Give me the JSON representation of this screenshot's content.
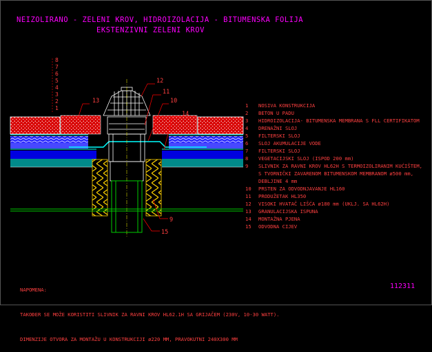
{
  "title": {
    "line1": "NEIZOLIRANO - ZELENI KROV, HIDROIZOLACIJA - BITUMENSKA FOLIJA",
    "line2": "EKSTENZIVNI ZELENI KROV"
  },
  "layer_scale": [
    "8",
    "7",
    "6",
    "5",
    "4",
    "3",
    "2",
    "1"
  ],
  "callouts": [
    "12",
    "11",
    "13",
    "10",
    "14",
    "9",
    "15"
  ],
  "legend": [
    {
      "num": "1",
      "text": "NOSIVA KONSTRUKCIJA"
    },
    {
      "num": "2",
      "text": "BETON U PADU"
    },
    {
      "num": "3",
      "text": "HIDROIZOLACIJA- BITUMENSKA MEMBRANA S FLL CERTIFIKATOM"
    },
    {
      "num": "4",
      "text": "DRENAŽNI SLOJ"
    },
    {
      "num": "5",
      "text": "FILTERSKI SLOJ"
    },
    {
      "num": "6",
      "text": "SLOJ AKUMULACIJE VODE"
    },
    {
      "num": "7",
      "text": "FILTERSKI SLOJ"
    },
    {
      "num": "8",
      "text": "VEGETACIJSKI SLOJ (ISPOD 200 mm)"
    },
    {
      "num": "9",
      "text": "SLIVNIK ZA RAVNI KROV HL62H S TERMOIZOLIRANIM KUĆIŠTEM,\nS TVORNIČKI ZAVARENOM BITUMENSKOM MEMBRANOM ø500 mm,\nDEBLJINE 4 mm"
    },
    {
      "num": "10",
      "text": "PRSTEN ZA ODVODNJAVANJE HL160"
    },
    {
      "num": "11",
      "text": "PRODUŽETAK HL350"
    },
    {
      "num": "12",
      "text": "VISOKI HVATAČ LIŠĆA ø180 mm (UKLJ. SA HL62H)"
    },
    {
      "num": "13",
      "text": "GRANULACIJSKA ISPUNA"
    },
    {
      "num": "14",
      "text": "MONTAŽNA PJENA"
    },
    {
      "num": "15",
      "text": "ODVODNA CIJEV"
    }
  ],
  "notes": {
    "heading": "NAPOMENA:",
    "line1": "TAKOĐER SE MOŽE KORISTITI SLIVNIK ZA RAVNI KROV HL62.1H SA GRIJAČEM (230V, 10-30 WATT).",
    "line2": "DIMENZIJE OTVORA ZA MONTAŽU U KONSTRUKCIJI ø220 MM, PRAVOKUTNI 240X300 MM"
  },
  "drawing_code": "112311",
  "colors": {
    "title": "#ff00ff",
    "text": "#ff4040",
    "concrete": "#ff0000",
    "membrane": "#0000ff",
    "drainage": "#5a5aff",
    "filter": "#00ffff",
    "vegetation": "#008a8a",
    "insulation": "#ffff00",
    "fixtures": "#ffffff",
    "pipe": "#00cc00",
    "leader": "#ff0000"
  }
}
